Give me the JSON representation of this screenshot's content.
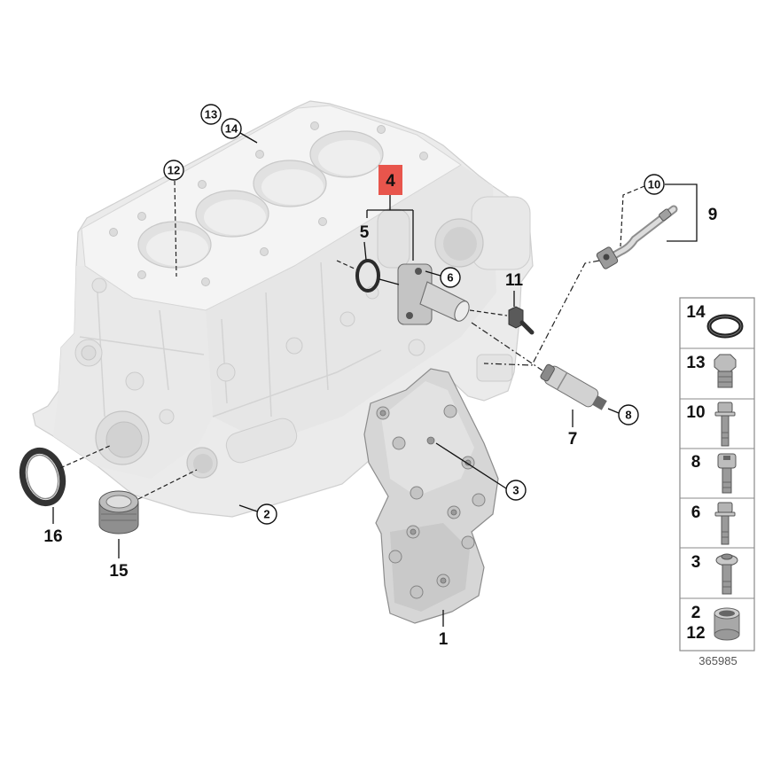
{
  "callouts": {
    "p1": "1",
    "p2": "2",
    "p3": "3",
    "p4": "4",
    "p5": "5",
    "p6": "6",
    "p7": "7",
    "p8": "8",
    "p9": "9",
    "p10": "10",
    "p11": "11",
    "p12": "12",
    "p13": "13",
    "p14": "14",
    "p15": "15",
    "p16": "16"
  },
  "legend": [
    {
      "labels": [
        "14"
      ],
      "icon": "o-ring-icon"
    },
    {
      "labels": [
        "13"
      ],
      "icon": "screw-plug-icon"
    },
    {
      "labels": [
        "10"
      ],
      "icon": "hex-bolt-icon"
    },
    {
      "labels": [
        "8"
      ],
      "icon": "socket-head-screw-icon"
    },
    {
      "labels": [
        "6"
      ],
      "icon": "hex-bolt-icon"
    },
    {
      "labels": [
        "3"
      ],
      "icon": "flange-bolt-icon"
    },
    {
      "labels": [
        "2",
        "12"
      ],
      "icon": "dowel-sleeve-icon"
    }
  ],
  "reference_number": "365985",
  "colors": {
    "highlight": "#e8554c",
    "highlight_text": "#7a0c0c",
    "line": "#111111",
    "part": "#ebebeb"
  }
}
